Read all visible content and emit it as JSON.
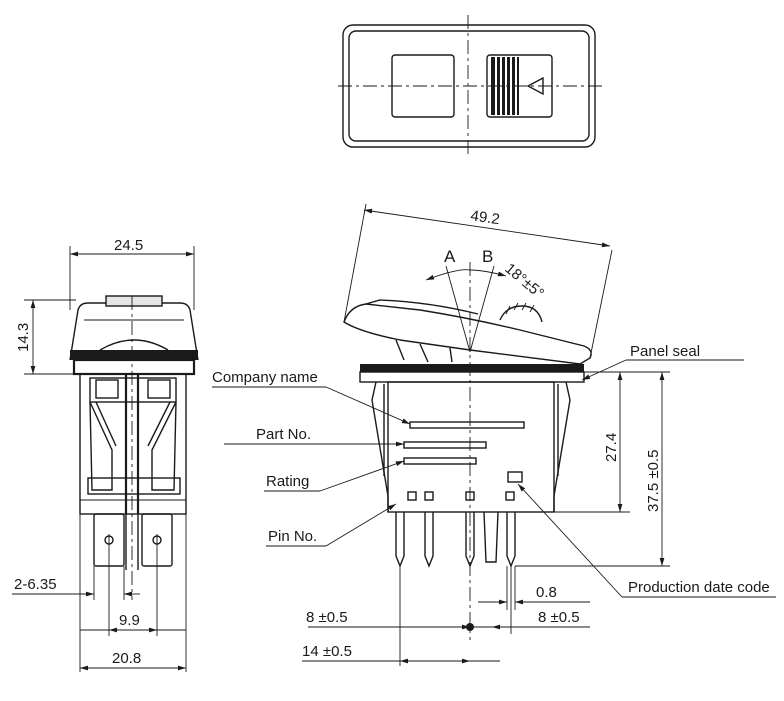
{
  "dimensions": {
    "top_width": "24.5",
    "top_height": "14.3",
    "terminal_width": "2-6.35",
    "pitch_inner": "9.9",
    "bottom_width": "20.8",
    "length": "49.2",
    "angle_a": "A",
    "angle_b": "B",
    "angle_value": "18°±5°",
    "height_inner": "27.4",
    "height_total": "37.5 ±0.5",
    "pin_width": "0.8",
    "offset_left": "8 ±0.5",
    "offset_right": "8 ±0.5",
    "pin_span": "14 ±0.5"
  },
  "callouts": {
    "panel_seal": "Panel seal",
    "company_name": "Company name",
    "part_no": "Part No.",
    "rating": "Rating",
    "pin_no": "Pin No.",
    "production_date_code": "Production date code"
  }
}
